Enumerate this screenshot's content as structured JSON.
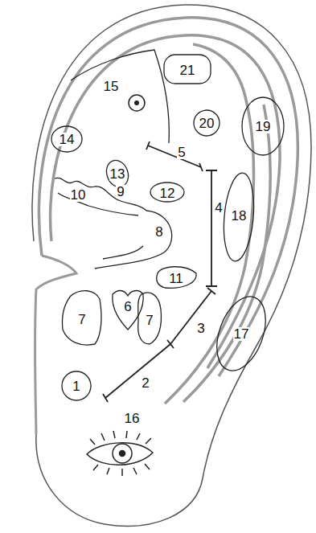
{
  "diagram": {
    "labels": [
      "1",
      "2",
      "3",
      "4",
      "5",
      "6",
      "7",
      "7",
      "8",
      "9",
      "10",
      "11",
      "12",
      "13",
      "14",
      "15",
      "16",
      "17",
      "18",
      "19",
      "20",
      "21"
    ]
  }
}
